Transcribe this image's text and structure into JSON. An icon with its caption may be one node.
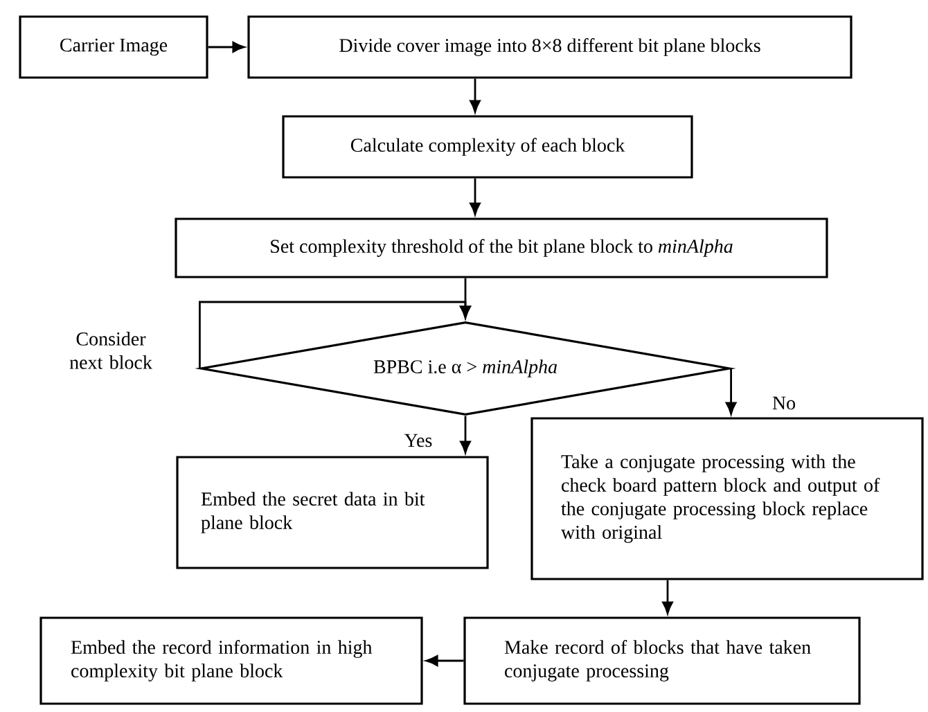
{
  "diagram": {
    "nodes": [
      {
        "text": [
          "Carrier Image"
        ]
      },
      {
        "text": [
          "Divide cover image into 8×8 different bit plane blocks"
        ]
      },
      {
        "text": [
          "Calculate complexity of each block"
        ]
      },
      {
        "text": [
          "Set complexity threshold of the bit plane block to *minAlpha*"
        ]
      },
      {
        "text": [
          "BPBC i.e α > *minAlpha*"
        ]
      },
      {
        "text": [
          "Embed the secret data in bit plane block"
        ]
      },
      {
        "text": [
          "Take a conjugate processing with the check board pattern block and output of the conjugate processing block replace with original"
        ]
      },
      {
        "text": [
          "Make record of blocks that have taken conjugate processing"
        ]
      },
      {
        "text": [
          "Embed the record information in high complexity bit plane block"
        ]
      }
    ],
    "edges": [
      {
        "from": 0,
        "to": 1,
        "arrow": "to"
      },
      {
        "from": 1,
        "to": 2,
        "arrow": "to"
      },
      {
        "from": 2,
        "to": 3,
        "arrow": "to"
      },
      {
        "from": 3,
        "to": 4,
        "arrow": "to"
      },
      {
        "from": 4,
        "to": 4,
        "arrow": "to",
        "label": "Consider next block"
      },
      {
        "from": 4,
        "to": 5,
        "arrow": "to",
        "label": "Yes"
      },
      {
        "from": 4,
        "to": 6,
        "arrow": "to",
        "label": "No"
      },
      {
        "from": 6,
        "to": 7,
        "arrow": "to"
      },
      {
        "from": 7,
        "to": 8,
        "arrow": "to"
      }
    ]
  }
}
